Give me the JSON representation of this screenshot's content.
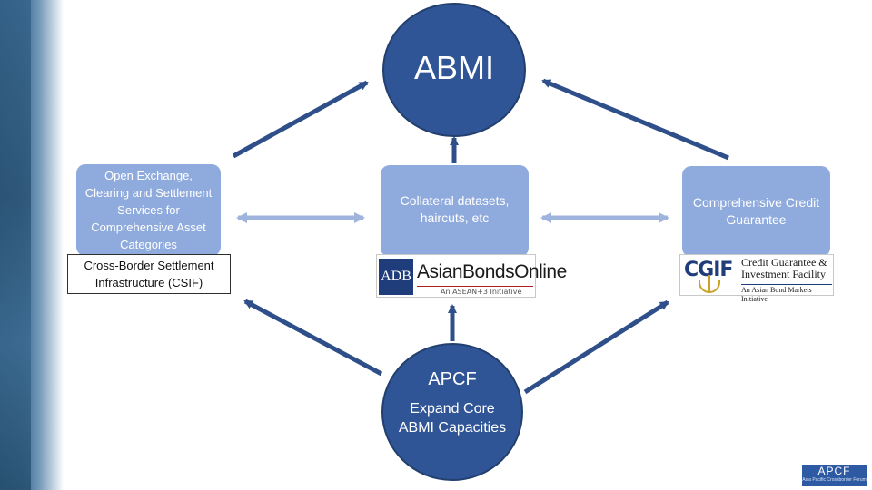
{
  "nodes": {
    "abmi": {
      "label": "ABMI"
    },
    "apcf": {
      "label": "APCF",
      "sublabel": "Expand Core ABMI Capacities"
    },
    "left_box": {
      "label": "Open Exchange, Clearing and Settlement Services for Comprehensive Asset Categories"
    },
    "csif": {
      "label": "Cross-Border Settlement Infrastructure (CSIF)"
    },
    "middle_box": {
      "label": "Collateral datasets, haircuts, etc"
    },
    "right_box": {
      "label": "Comprehensive Credit Guarantee"
    }
  },
  "logos": {
    "adb": {
      "mark": "ADB",
      "name": "AsianBondsOnline",
      "tagline": "An ASEAN+3 Initiative"
    },
    "cgif": {
      "mark": "CGIF",
      "name": "Credit Guarantee & Investment Facility",
      "tagline": "An Asian Bond Markets Initiative"
    }
  },
  "badge": {
    "label": "APCF",
    "sublabel": "Asia Pacific Crossborder Forum"
  },
  "colors": {
    "circle": "#2f5597",
    "box": "#8faadc",
    "arrow_dark": "#2f4f8a",
    "arrow_light": "#9fb4dc"
  }
}
